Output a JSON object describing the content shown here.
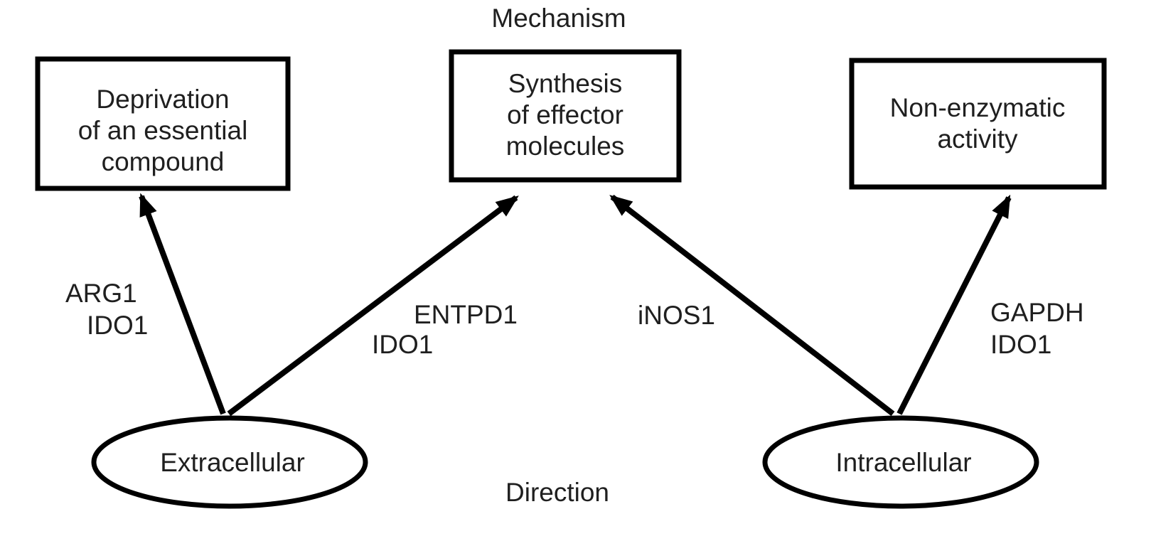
{
  "diagram": {
    "background": "#ffffff",
    "stroke_color": "#000000",
    "text_color": "#1f1f1f",
    "section_labels": {
      "top": "Mechanism",
      "bottom": "Direction"
    },
    "mechanism_nodes": [
      {
        "id": "deprivation",
        "shape": "rectangle",
        "lines": [
          "Deprivation",
          "of an essential",
          "compound"
        ]
      },
      {
        "id": "synthesis",
        "shape": "rectangle",
        "lines": [
          "Synthesis",
          "of effector",
          "molecules"
        ]
      },
      {
        "id": "non_enzymatic",
        "shape": "rectangle",
        "lines": [
          "Non-enzymatic",
          "activity"
        ]
      }
    ],
    "direction_nodes": [
      {
        "id": "extracellular",
        "shape": "ellipse",
        "label": "Extracellular"
      },
      {
        "id": "intracellular",
        "shape": "ellipse",
        "label": "Intracellular"
      }
    ],
    "edges": [
      {
        "from": "Extracellular",
        "to": "Deprivation of an essential compound",
        "genes": [
          "ARG1",
          "IDO1"
        ]
      },
      {
        "from": "Extracellular",
        "to": "Synthesis of effector molecules",
        "genes": [
          "ENTPD1",
          "IDO1"
        ]
      },
      {
        "from": "Intracellular",
        "to": "Synthesis of effector molecules",
        "genes": [
          "iNOS1"
        ]
      },
      {
        "from": "Intracellular",
        "to": "Non-enzymatic activity",
        "genes": [
          "GAPDH",
          "IDO1"
        ]
      }
    ]
  }
}
